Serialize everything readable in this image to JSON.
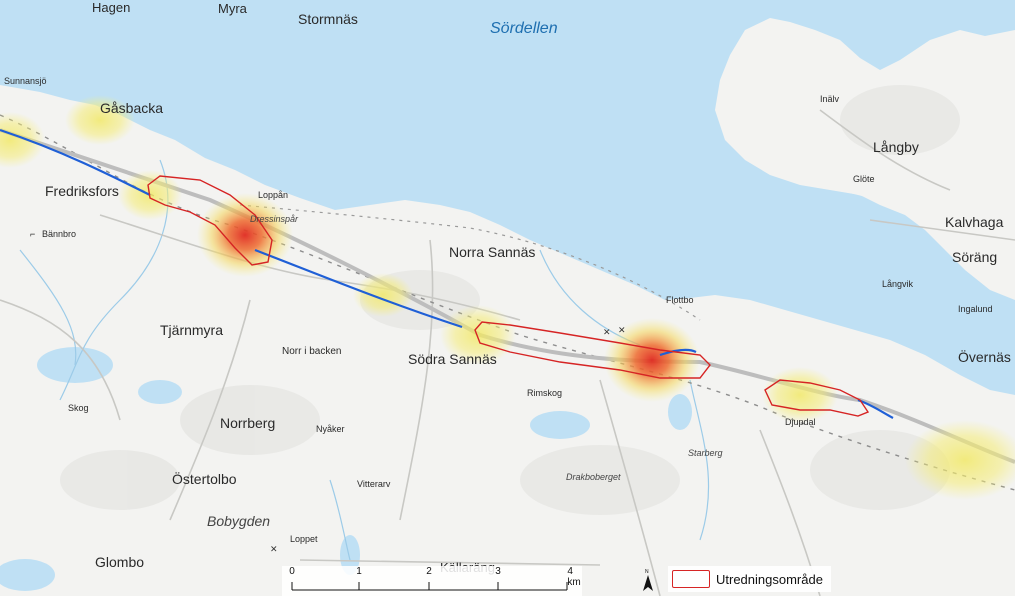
{
  "places": {
    "hagen": "Hagen",
    "myra": "Myra",
    "stormnas": "Stormnäs",
    "sordellen": "Sördellen",
    "sunnansjo": "Sunnansjö",
    "gasbacka": "Gåsbacka",
    "inalv": "Inälv",
    "langby": "Långby",
    "glote": "Glöte",
    "loppan": "Loppån",
    "fredriksfors": "Fredriksfors",
    "dressinspar": "Dressinspår",
    "kalvhaga": "Kalvhaga",
    "bannbro": "Bännbro",
    "norra_sannas": "Norra Sannäs",
    "sorang": "Söräng",
    "langvik": "Långvik",
    "flottbo": "Flottbo",
    "ingalund": "Ingalund",
    "tjarnmyra": "Tjärnmyra",
    "norr_i_backen": "Norr i backen",
    "sodra_sannas": "Södra Sannäs",
    "overnas": "Övernäs",
    "rimskog": "Rimskog",
    "djupdal": "Djupdal",
    "skog": "Skog",
    "norrberg": "Norrberg",
    "nyaker": "Nyåker",
    "starberg": "Starberg",
    "drakboberget": "Drakboberget",
    "ostertolbo": "Östertolbo",
    "vitterarv": "Vitterarv",
    "bobygden": "Bobygden",
    "loppet": "Loppet",
    "kallarang": "Källaräng",
    "glombo": "Glombo"
  },
  "scale": {
    "ticks": [
      "0",
      "1",
      "2",
      "3",
      "4 km"
    ]
  },
  "legend": {
    "label": "Utredningsområde"
  },
  "colors": {
    "water": "#bfe0f4",
    "land": "#f3f3f1",
    "study_area": "#d62424",
    "line": "#1f5fd6",
    "heat_high": "#e8402a",
    "heat_low": "#f3ef6a"
  }
}
